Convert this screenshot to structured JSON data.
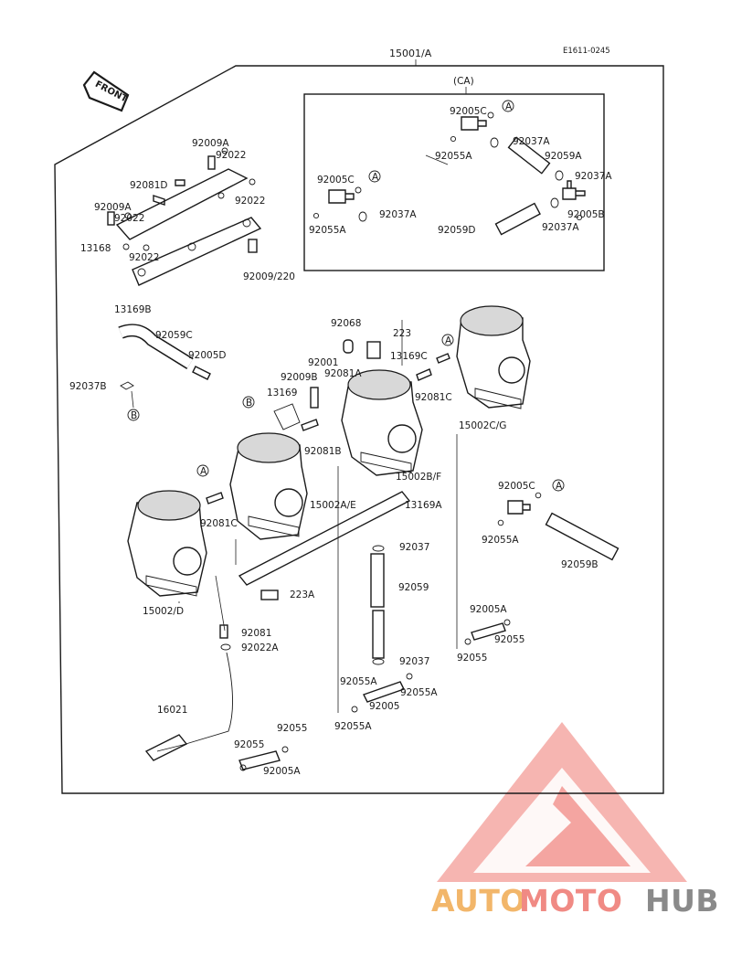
{
  "diagram": {
    "ref_code": "E1611-0245",
    "front_label": "FRONT",
    "assembly_label": "15001/A",
    "inset_label": "(CA)",
    "labels": {
      "l_92005C_ca": "92005C",
      "l_92037A_1": "92037A",
      "l_92055A_1": "92055A",
      "l_92059A": "92059A",
      "l_92005C_2": "92005C",
      "l_92037A_2": "92037A",
      "l_92037A_3": "92037A",
      "l_92005B": "92005B",
      "l_92055A_2": "92055A",
      "l_92059D": "92059D",
      "l_92037A_4": "92037A",
      "l_92009A_1": "92009A",
      "l_92022_1": "92022",
      "l_92081D": "92081D",
      "l_92022_2": "92022",
      "l_92009A_2": "92009A",
      "l_92022_3": "92022",
      "l_13168": "13168",
      "l_92022_4": "92022",
      "l_92009_220": "92009/220",
      "l_13169B": "13169B",
      "l_92059C": "92059C",
      "l_92005D": "92005D",
      "l_92037B": "92037B",
      "l_92068": "92068",
      "l_223": "223",
      "l_13169C": "13169C",
      "l_92001": "92001",
      "l_92009B": "92009B",
      "l_92081A": "92081A",
      "l_13169": "13169",
      "l_92081C_1": "92081C",
      "l_92081B": "92081B",
      "l_15002CG": "15002C/G",
      "l_15002BF": "15002B/F",
      "l_15002AE": "15002A/E",
      "l_13169A": "13169A",
      "l_92081C_2": "92081C",
      "l_15002D": "15002/D",
      "l_92005C_3": "92005C",
      "l_92055A_3": "92055A",
      "l_92059B": "92059B",
      "l_92037_1": "92037",
      "l_92059": "92059",
      "l_92037_2": "92037",
      "l_92055A_4": "92055A",
      "l_92055A_5": "92055A",
      "l_92005": "92005",
      "l_92055A_6": "92055A",
      "l_223A": "223A",
      "l_92081": "92081",
      "l_92022A": "92022A",
      "l_16021": "16021",
      "l_92055_1": "92055",
      "l_92055_2": "92055",
      "l_92005A_1": "92005A",
      "l_92005A_2": "92005A",
      "l_92055_3": "92055",
      "l_92055_4": "92055"
    },
    "callouts": {
      "a": "A",
      "b": "B"
    }
  },
  "watermark": {
    "part1": "AUTO",
    "part2": "MOTO",
    "part3": "HUB",
    "color1": "#f2b66a",
    "color2": "#f08a84",
    "color3": "#8a8a8a"
  }
}
